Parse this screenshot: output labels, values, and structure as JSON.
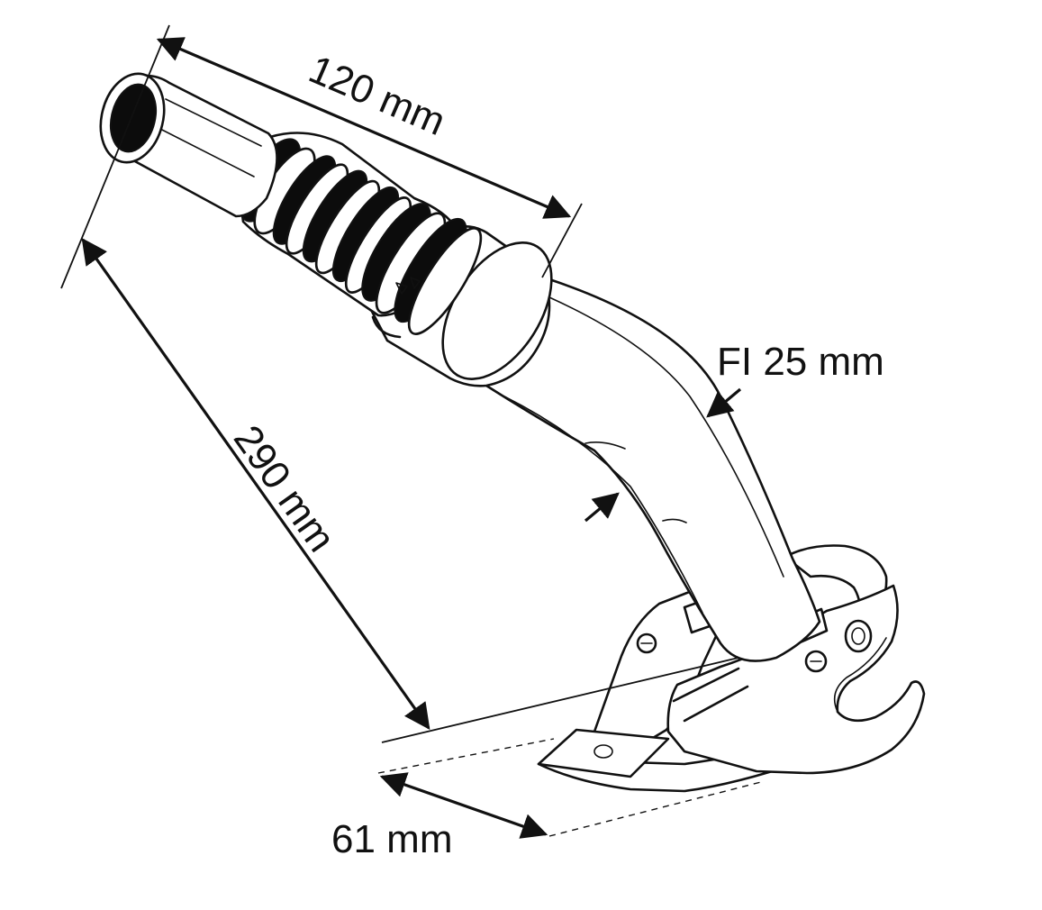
{
  "dimensions": {
    "spout_tip_length": "120 mm",
    "inner_diameter": "FI 25 mm",
    "total_length": "290 mm",
    "base_width": "61 mm"
  },
  "colors": {
    "line": "#111111",
    "background": "#ffffff"
  }
}
